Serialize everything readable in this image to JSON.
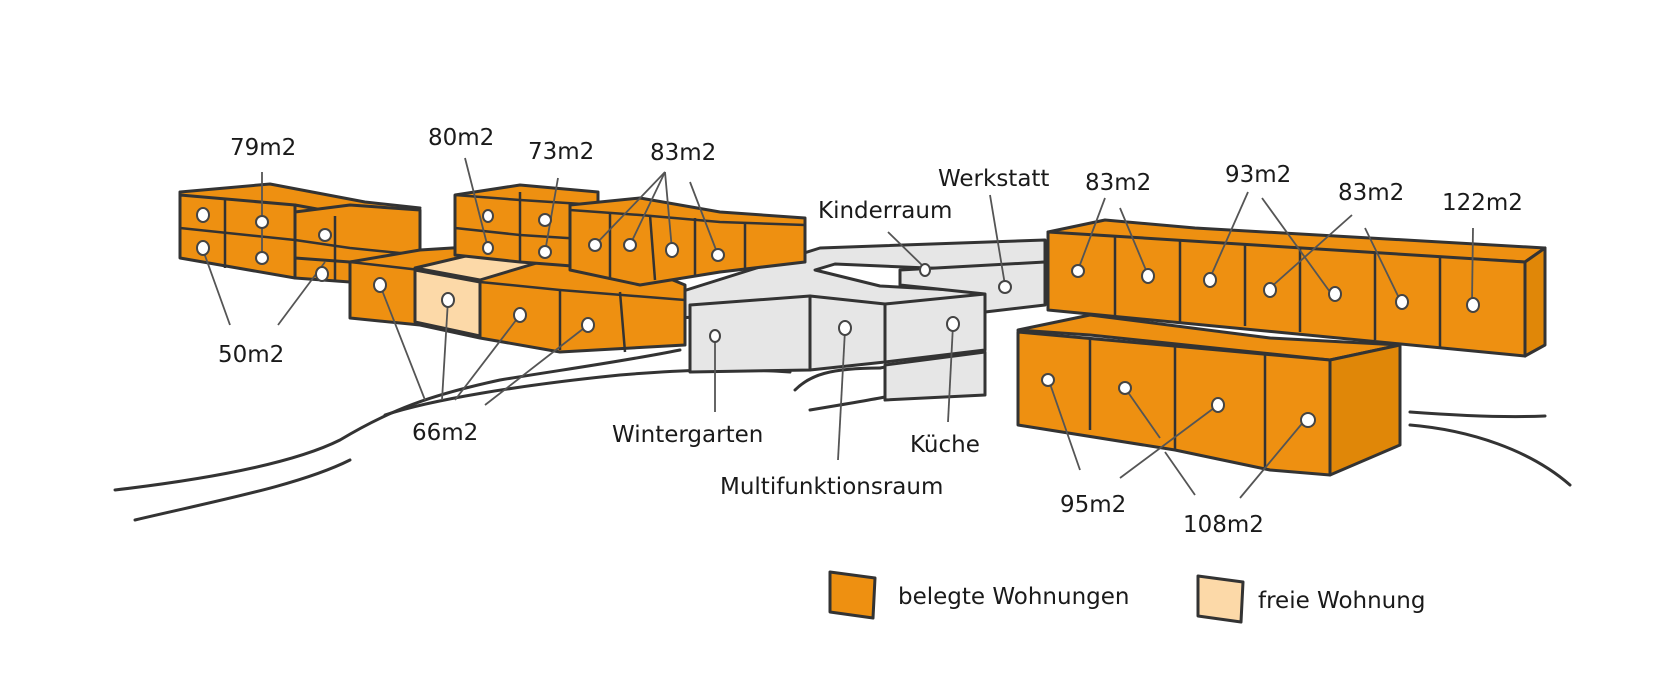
{
  "colors": {
    "occupied": "#EE9011",
    "occupied_dark": "#D97E08",
    "free": "#FCD9A8",
    "communal": "#E6E6E6",
    "communal_dark": "#D4D4D4",
    "outline": "#333333"
  },
  "units": {
    "u79": "79m2",
    "u80": "80m2",
    "u73": "73m2",
    "u83a": "83m2",
    "u83b": "83m2",
    "u93": "93m2",
    "u83c": "83m2",
    "u122": "122m2",
    "u50": "50m2",
    "u66": "66m2",
    "u95": "95m2",
    "u108": "108m2"
  },
  "rooms": {
    "werkstatt": "Werkstatt",
    "kinderraum": "Kinderraum",
    "wintergarten": "Wintergarten",
    "multifunktionsraum": "Multifunktionsraum",
    "kueche": "Küche"
  },
  "legend": {
    "occupied_label": "belegte Wohnungen",
    "free_label": "freie Wohnung"
  }
}
